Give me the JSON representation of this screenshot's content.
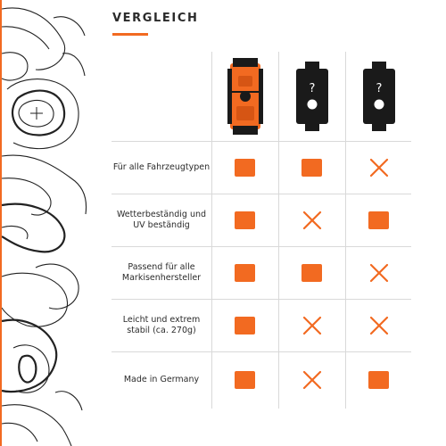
{
  "header": {
    "title": "VERGLEICH"
  },
  "colors": {
    "accent": "#f26a21",
    "dark": "#1a1a1a",
    "grid": "#d9d9d9",
    "text": "#2b2b2b"
  },
  "products": [
    {
      "name": "own-product",
      "icon": "orange-bracket-icon",
      "label": ""
    },
    {
      "name": "competitor-1",
      "icon": "black-bracket-question-icon",
      "label": "?"
    },
    {
      "name": "competitor-2",
      "icon": "black-bracket-question-icon",
      "label": "?"
    }
  ],
  "rows": [
    {
      "label": "Für alle Fahrzeugtypen",
      "values": [
        "yes",
        "yes",
        "no"
      ]
    },
    {
      "label": "Wetterbeständig und UV beständig",
      "values": [
        "yes",
        "no",
        "yes"
      ]
    },
    {
      "label": "Passend für alle Markisenhersteller",
      "values": [
        "yes",
        "yes",
        "no"
      ]
    },
    {
      "label": "Leicht und extrem stabil (ca. 270g)",
      "values": [
        "yes",
        "no",
        "no"
      ]
    },
    {
      "label": "Made in Germany",
      "values": [
        "yes",
        "no",
        "yes"
      ]
    }
  ]
}
